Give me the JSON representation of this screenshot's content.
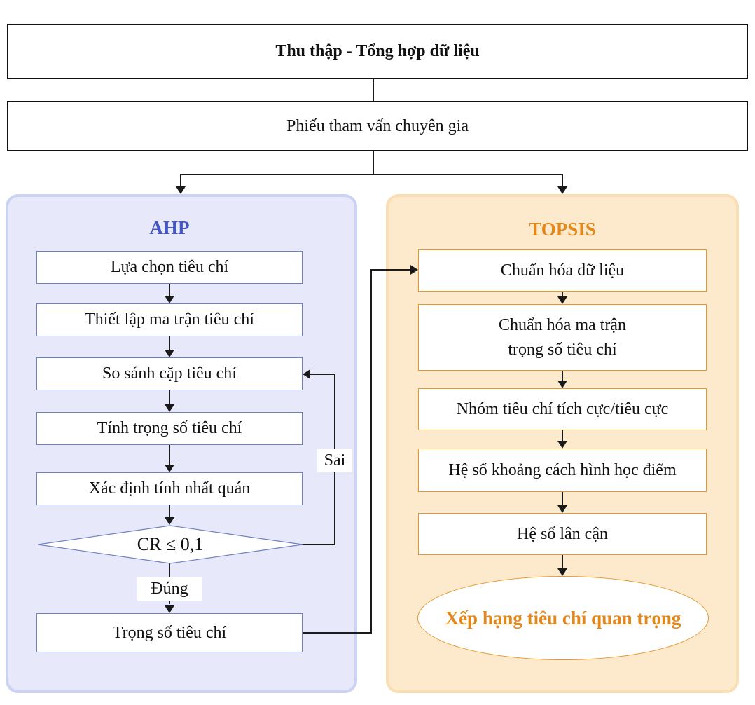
{
  "colors": {
    "line_color": "#1a1a1a",
    "ahp_panel_fill": "#e7e8fa",
    "ahp_panel_border": "#ccd2f4",
    "ahp_accent": "#4356c5",
    "ahp_node_border": "#6e7fc2",
    "topsis_panel_fill": "#fdeacc",
    "topsis_panel_border": "#fadfb5",
    "topsis_accent": "#e2871c",
    "topsis_node_border": "#e8952c"
  },
  "header": {
    "box1": "Thu thập - Tổng hợp dữ liệu",
    "box2": "Phiếu tham vấn chuyên gia"
  },
  "ahp": {
    "title": "AHP",
    "steps": [
      "Lựa chọn tiêu chí",
      "Thiết lập ma trận tiêu chí",
      "So sánh cặp tiêu chí",
      "Tính trọng số tiêu chí",
      "Xác định tính nhất quán"
    ],
    "decision": "CR ≤ 0,1",
    "branch_true": "Đúng",
    "branch_false": "Sai",
    "result": "Trọng số tiêu chí"
  },
  "topsis": {
    "title": "TOPSIS",
    "steps": [
      "Chuẩn hóa dữ liệu",
      "Chuẩn hóa ma trận\ntrọng số tiêu chí",
      "Nhóm tiêu chí tích cực/tiêu cực",
      "Hệ số khoảng cách hình học điểm",
      "Hệ số lân cận"
    ],
    "result": "Xếp hạng tiêu chí quan trọng"
  }
}
